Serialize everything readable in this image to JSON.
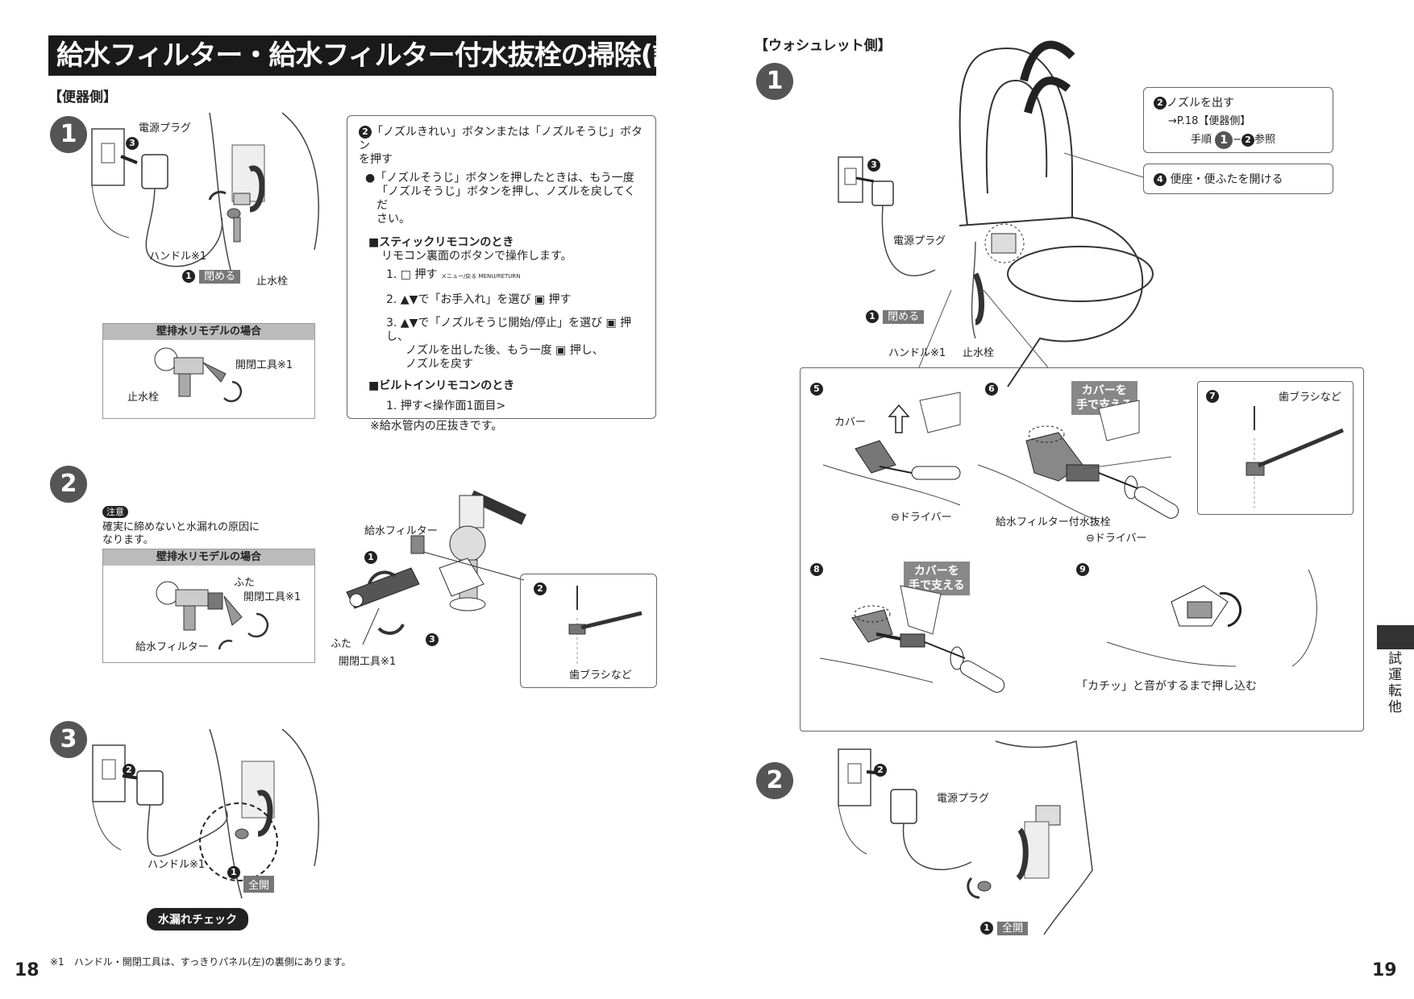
{
  "title": "給水フィルター・給水フィルター付水抜栓の掃除(試運転後)",
  "left": {
    "section": "【便器側】",
    "step1": {
      "num": "1",
      "plug_label": "電源プラグ",
      "num3": "3",
      "handle_label": "ハンドル※1",
      "num1": "1",
      "close_badge": "閉める",
      "stopcock": "止水栓",
      "wall_box": {
        "header": "壁排水リモデルの場合",
        "tool": "開閉工具※1",
        "stopcock": "止水栓"
      },
      "instructions": {
        "circ2": "2",
        "line1": "「ノズルきれい」ボタンまたは「ノズルそうじ」ボタン",
        "line2": "を押す",
        "bullet1": "●「ノズルそうじ」ボタンを押したときは、もう一度",
        "bullet2": "「ノズルそうじ」ボタンを押し、ノズルを戻してくだ",
        "bullet3": "さい。",
        "stick_head": "■スティックリモコンのとき",
        "stick_sub": "リモコン裏面のボタンで操作します。",
        "s1": "1. □ 押す",
        "s1_small": "メニュー/戻る MENU/RETURN",
        "s2": "2. ▲▼で「お手入れ」を選び ▣ 押す",
        "s3a": "3. ▲▼で「ノズルそうじ開始/停止」を選び ▣ 押し、",
        "s3b": "ノズルを出した後、もう一度 ▣ 押し、",
        "s3c": "ノズルを戻す",
        "builtin_head": "■ビルトインリモコンのとき",
        "b1": "1.  押す<操作面1面目>",
        "note": "※給水管内の圧抜きです。"
      }
    },
    "step2": {
      "num": "2",
      "caution_badge": "注意",
      "caution1": "確実に締めないと水漏れの原因に",
      "caution2": "なります。",
      "wall_box": {
        "header": "壁排水リモデルの場合",
        "lid": "ふた",
        "tool": "開閉工具※1",
        "filter": "給水フィルター"
      },
      "filter_label": "給水フィルター",
      "lid_label": "ふた",
      "tool_label": "開閉工具※1",
      "n1": "1",
      "n3": "3",
      "n2": "2",
      "toothbrush": "歯ブラシなど"
    },
    "step3": {
      "num": "3",
      "n2": "2",
      "handle_label": "ハンドル※1",
      "n1": "1",
      "open_badge": "全開",
      "check_badge": "水漏れチェック"
    },
    "footnote": "※1　ハンドル・開閉工具は、すっきりパネル(左)の裏側にあります。",
    "page": "18"
  },
  "right": {
    "section": "【ウォシュレット側】",
    "step1": {
      "num": "1",
      "nozzle_box": {
        "n2": "2",
        "line1": "ノズルを出す",
        "line2": "→P.18【便器側】",
        "line3a": "手順",
        "n1": "1",
        "dash": "−",
        "n2b": "2",
        "line3b": "参照"
      },
      "seat_box": {
        "n4": "4",
        "text": "便座・便ふたを開ける"
      },
      "n3": "3",
      "plug_label": "電源プラグ",
      "n1": "1",
      "close_badge": "閉める",
      "handle_label": "ハンドル※1",
      "stopcock": "止水栓"
    },
    "panel": {
      "n5": "5",
      "cover": "カバー",
      "driver5": "⊖ドライバー",
      "n6": "6",
      "support6a": "カバーを",
      "support6b": "手で支える",
      "plug6": "給水フィルター付水抜栓",
      "driver6": "⊖ドライバー",
      "n7": "7",
      "brush7": "歯ブラシなど",
      "n8": "8",
      "support8a": "カバーを",
      "support8b": "手で支える",
      "n9": "9",
      "click": "「カチッ」と音がするまで押し込む"
    },
    "step2": {
      "num": "2",
      "n2": "2",
      "plug_label": "電源プラグ",
      "n1": "1",
      "open_badge": "全開"
    },
    "side_tab": "試運転他",
    "page": "19"
  }
}
